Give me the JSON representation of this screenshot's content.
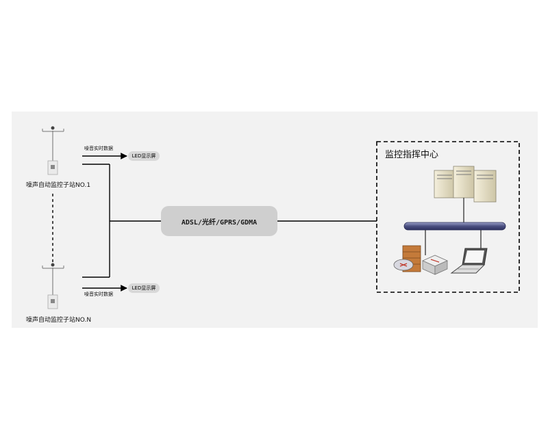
{
  "stations": [
    {
      "label": "噪声自动监控子站NO.1",
      "data_label": "噪音实时数据",
      "led_label": "LED显示屏"
    },
    {
      "label": "噪声自动监控子站NO.N",
      "data_label": "噪音实时数据",
      "led_label": "LED显示屏"
    }
  ],
  "network": {
    "label": "ADSL/光纤/GPRS/GDMA"
  },
  "control_center": {
    "title": "监控指挥中心"
  },
  "colors": {
    "panel_bg": "#f2f2f2",
    "pill": "#cfcfcf",
    "led_box": "#d8d8d8",
    "bus_bar": "#5a5f8c",
    "server": "#e8e2cc",
    "firewall": "#c47a3a"
  }
}
